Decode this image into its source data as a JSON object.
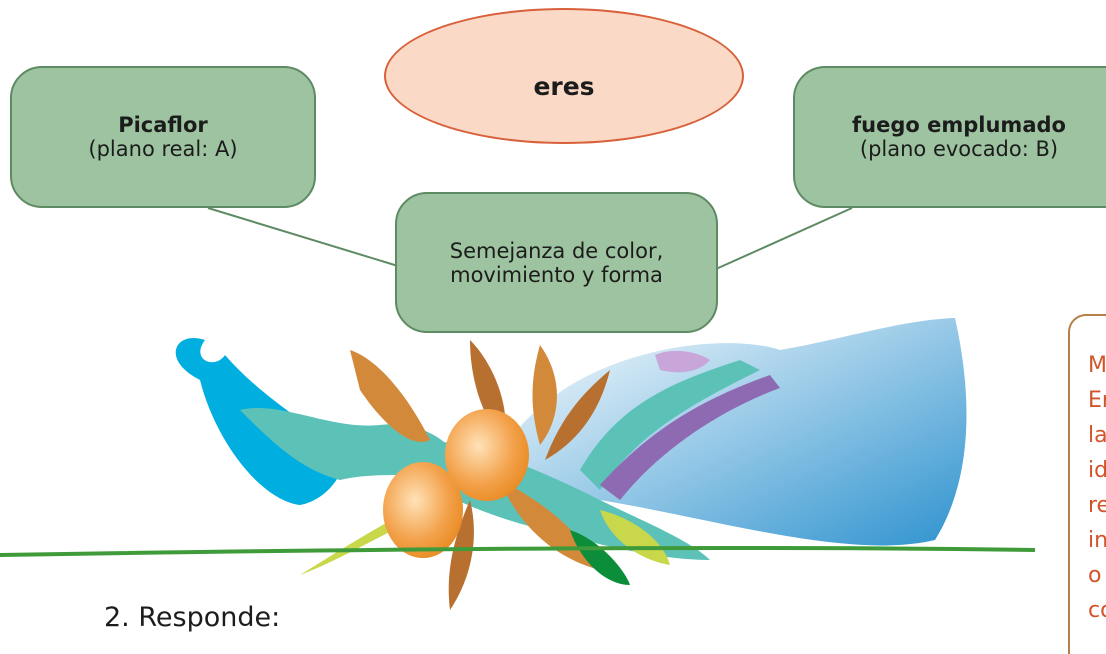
{
  "center_node": {
    "label": "eres"
  },
  "node_a": {
    "title": "Picaflor",
    "subtitle": "(plano real: A)"
  },
  "node_b": {
    "title": "fuego emplumado",
    "subtitle": "(plano evocado: B)"
  },
  "node_c": {
    "line1": "Semejanza de color,",
    "line2": "movimiento y forma"
  },
  "side_panel": {
    "lines": [
      "M",
      "Er",
      "la",
      "id",
      "re",
      "in",
      "o",
      "co"
    ]
  },
  "footer": {
    "text": "2. Responde:"
  },
  "colors": {
    "node_fill": "#9dc3a0",
    "node_border": "#5e8a64",
    "ellipse_fill": "#fad9c6",
    "ellipse_border": "#d8603a",
    "accent_text": "#d2542a"
  }
}
